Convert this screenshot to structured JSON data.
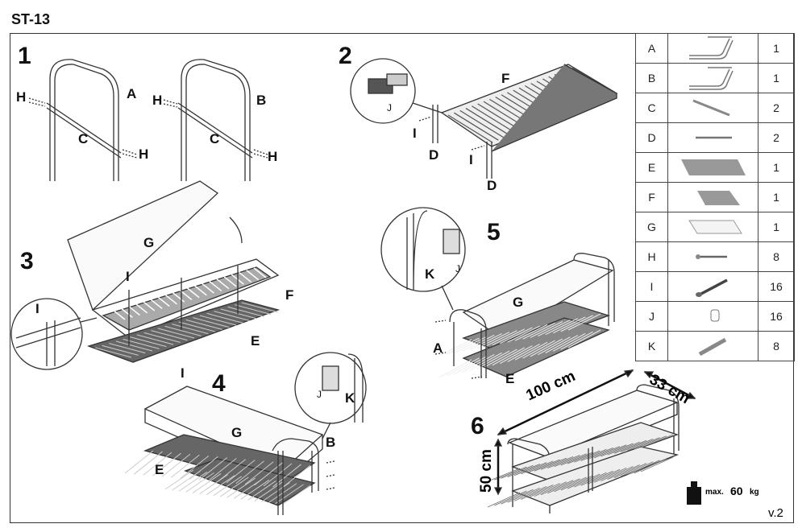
{
  "title": "ST-13",
  "steps": {
    "s1": {
      "number": "1",
      "labels": {
        "h1": "H",
        "a": "A",
        "c1": "C",
        "h2": "H",
        "h3": "H",
        "b": "B",
        "c2": "C",
        "h4": "H"
      }
    },
    "s2": {
      "number": "2",
      "labels": {
        "f": "F",
        "j": "J",
        "i1": "I",
        "d1": "D",
        "i2": "I",
        "d2": "D"
      }
    },
    "s3": {
      "number": "3",
      "labels": {
        "g": "G",
        "i1": "I",
        "f": "F",
        "e": "E",
        "i2": "I",
        "i3": "I"
      }
    },
    "s4": {
      "number": "4",
      "labels": {
        "g": "G",
        "b": "B",
        "e": "E",
        "j": "J",
        "k": "K"
      }
    },
    "s5": {
      "number": "5",
      "labels": {
        "g": "G",
        "k": "K",
        "j": "J",
        "a": "A",
        "e": "E"
      }
    },
    "s6": {
      "number": "6",
      "width": "100 cm",
      "depth": "33 cm",
      "height": "50 cm",
      "max_label": "max.",
      "max_value": "60",
      "max_unit": "kg"
    }
  },
  "parts": [
    {
      "id": "A",
      "qty": "1",
      "icon": "frame-a"
    },
    {
      "id": "B",
      "qty": "1",
      "icon": "frame-b"
    },
    {
      "id": "C",
      "qty": "2",
      "icon": "long-bar"
    },
    {
      "id": "D",
      "qty": "2",
      "icon": "short-bar"
    },
    {
      "id": "E",
      "qty": "1",
      "icon": "large-slatted-shelf"
    },
    {
      "id": "F",
      "qty": "1",
      "icon": "small-slatted-shelf"
    },
    {
      "id": "G",
      "qty": "1",
      "icon": "seat-cushion"
    },
    {
      "id": "H",
      "qty": "8",
      "icon": "long-bolt"
    },
    {
      "id": "I",
      "qty": "16",
      "icon": "screw"
    },
    {
      "id": "J",
      "qty": "16",
      "icon": "cam-nut"
    },
    {
      "id": "K",
      "qty": "8",
      "icon": "dowel"
    }
  ],
  "version": "v.2"
}
